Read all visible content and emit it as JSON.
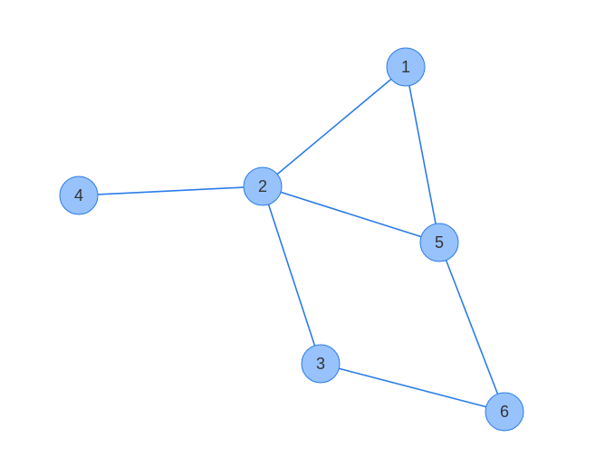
{
  "graph": {
    "nodes": [
      {
        "id": "1",
        "label": "1"
      },
      {
        "id": "2",
        "label": "2"
      },
      {
        "id": "3",
        "label": "3"
      },
      {
        "id": "4",
        "label": "4"
      },
      {
        "id": "5",
        "label": "5"
      },
      {
        "id": "6",
        "label": "6"
      }
    ],
    "edges": [
      {
        "from": "1",
        "to": "2"
      },
      {
        "from": "1",
        "to": "5"
      },
      {
        "from": "2",
        "to": "4"
      },
      {
        "from": "2",
        "to": "5"
      },
      {
        "from": "2",
        "to": "3"
      },
      {
        "from": "3",
        "to": "6"
      },
      {
        "from": "5",
        "to": "6"
      }
    ]
  },
  "colors": {
    "node_fill": "#97c2fc",
    "node_stroke": "#2b7ce9",
    "edge": "#2b7ce9",
    "label": "#343434",
    "background": "#ffffff"
  }
}
